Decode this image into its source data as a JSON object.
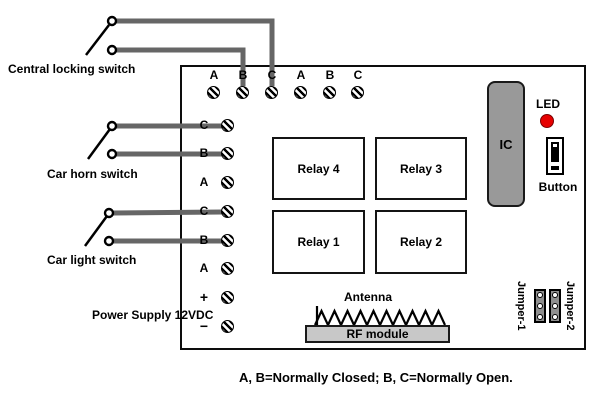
{
  "caption": "A, B=Normally Closed; B, C=Normally Open.",
  "switches": {
    "central_locking": {
      "label": "Central locking switch"
    },
    "car_horn": {
      "label": "Car horn switch"
    },
    "car_light": {
      "label": "Car light switch"
    }
  },
  "power": {
    "label": "Power Supply 12VDC"
  },
  "board": {
    "top_terminals": [
      "A",
      "B",
      "C",
      "A",
      "B",
      "C"
    ],
    "left_terminals": [
      "C",
      "B",
      "A",
      "C",
      "B",
      "A",
      "+",
      "−"
    ],
    "relays": {
      "relay4": "Relay 4",
      "relay3": "Relay 3",
      "relay1": "Relay 1",
      "relay2": "Relay 2"
    },
    "ic_label": "IC",
    "led_label": "LED",
    "button_label": "Button",
    "antenna_label": "Antenna",
    "rf_module_label": "RF module",
    "jumper1_label": "Jumper-1",
    "jumper2_label": "Jumper-2"
  },
  "colors": {
    "wire": "#666666",
    "board_border": "#0d0d0d",
    "ic_fill": "#999999",
    "rf_fill": "#c8c8c8",
    "jumper_fill": "#8f8f8f",
    "led_red": "#e60000",
    "background": "#ffffff"
  }
}
